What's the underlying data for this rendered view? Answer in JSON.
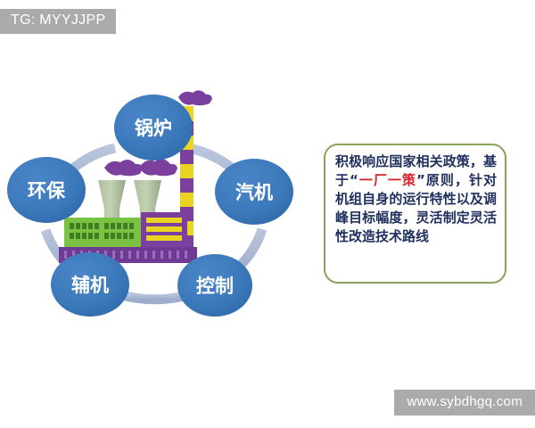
{
  "watermarks": {
    "top_left": "TG: MYYJJPP",
    "bottom_right": "www.sybdhgq.com"
  },
  "colors": {
    "ellipse_fill": "#3c79bb",
    "ellipse_fill_dark": "#33689f",
    "ring_arc": "#aab9d4",
    "callout_border": "#8aa35a",
    "callout_text": "#20305e",
    "callout_highlight": "#d8232a",
    "watermark_bg": "#ababab",
    "tower_body": "#b6c7a4",
    "tower_shade": "#9aa98c",
    "smoke": "#7b3f9d",
    "building_green": "#7cc242",
    "building_purple": "#7b3f9d",
    "stripe_yellow": "#ead321",
    "base_purple": "#6f3a93"
  },
  "diagram": {
    "title": "",
    "center_icon": "power-plant-icon",
    "nodes": [
      {
        "id": "boiler",
        "label": "锅炉",
        "position": "top"
      },
      {
        "id": "turbine",
        "label": "汽机",
        "position": "right"
      },
      {
        "id": "control",
        "label": "控制",
        "position": "bottom-right"
      },
      {
        "id": "auxiliary",
        "label": "辅机",
        "position": "bottom-left"
      },
      {
        "id": "environment",
        "label": "环保",
        "position": "left"
      }
    ]
  },
  "callout": {
    "segments": [
      {
        "text": "积极响应国家相关政策，基于“",
        "highlight": false
      },
      {
        "text": "一厂一策",
        "highlight": true
      },
      {
        "text": "”原则，针对机组自身的运行特性以及调峰目标幅度，灵活制定灵活性改造技术路线",
        "highlight": false
      }
    ],
    "plain_text": "积极响应国家相关政策，基于“一厂一策”原则，针对机组自身的运行特性以及调峰目标幅度，灵活制定灵活性改造技术路线"
  }
}
